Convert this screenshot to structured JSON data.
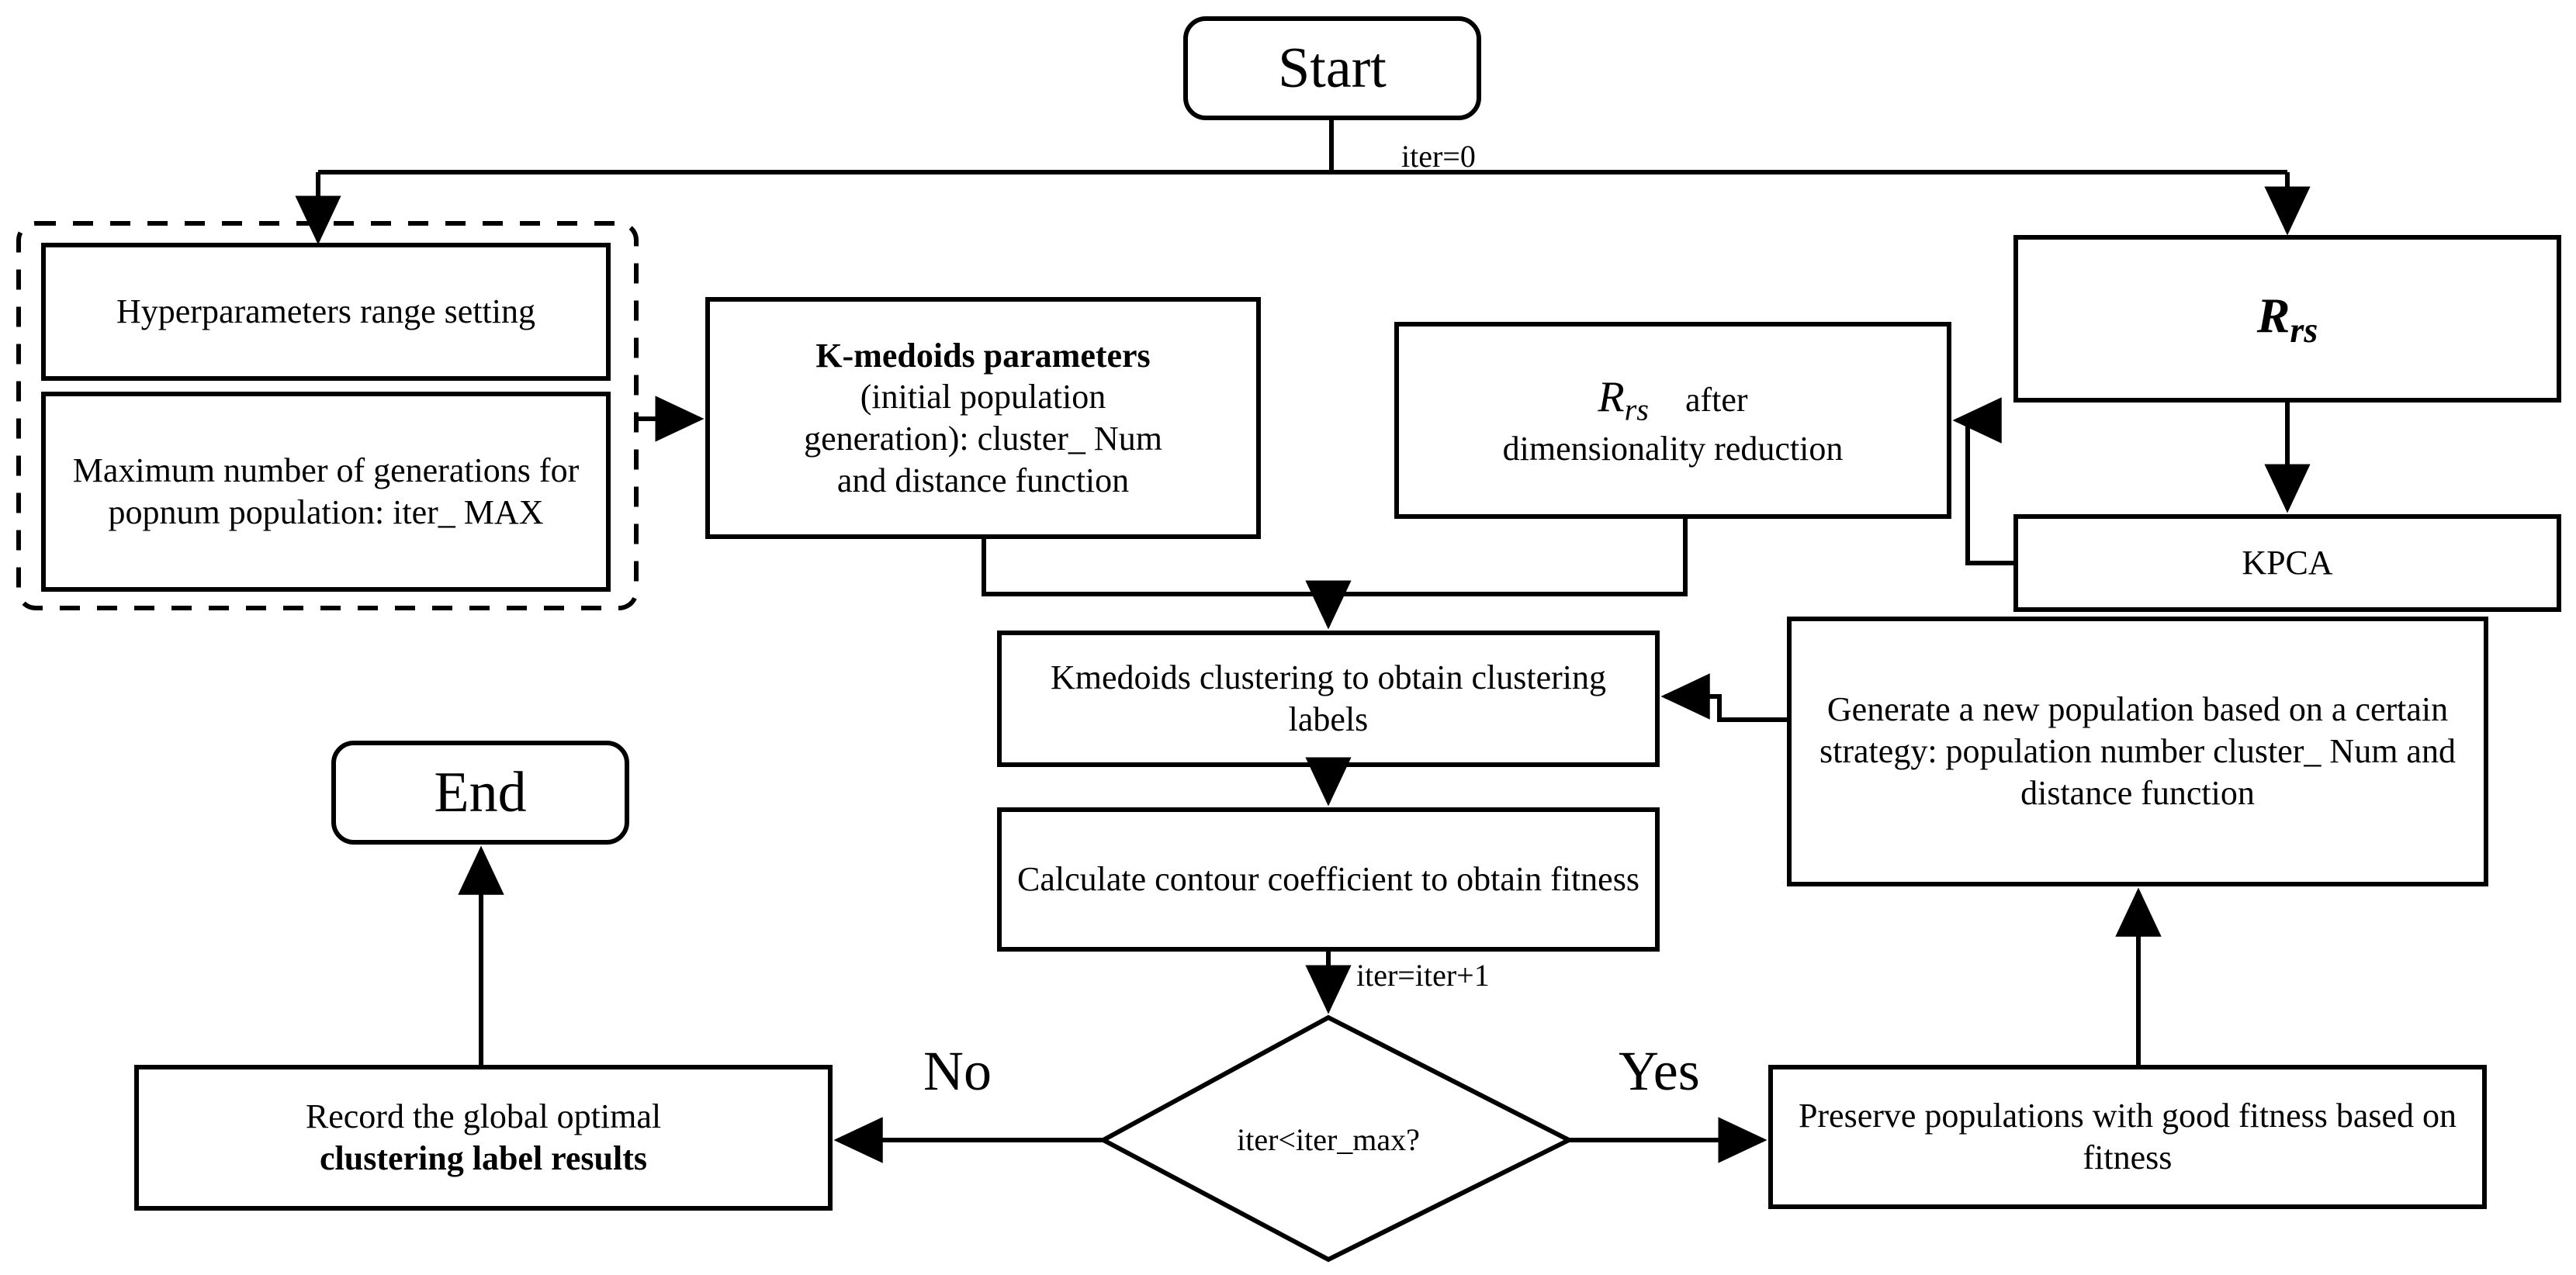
{
  "diagram": {
    "title": "K-medoids hyperparameter optimization flowchart",
    "stroke_color": "#000000",
    "fill_color": "#ffffff",
    "background": "#ffffff",
    "nodes": {
      "start": {
        "label": "Start",
        "shape": "rounded-rectangle"
      },
      "end": {
        "label": "End",
        "shape": "rounded-rectangle"
      },
      "hyperparam_range": {
        "label": "Hyperparameters range setting",
        "shape": "rectangle"
      },
      "max_generations": {
        "label": "Maximum number of generations for popnum population: iter_ MAX",
        "shape": "rectangle"
      },
      "kmedoids_params": {
        "shape": "rectangle",
        "line1": "K-medoids parameters",
        "line2": "(initial population",
        "line3": "generation): cluster_ Num",
        "line4": "and distance function"
      },
      "rrs_source": {
        "label_math": "R",
        "label_sub": "rs",
        "shape": "rectangle",
        "bold": true
      },
      "kpca": {
        "label": "KPCA",
        "shape": "rectangle"
      },
      "rrs_reduced": {
        "shape": "rectangle",
        "label_math": "R",
        "label_sub": "rs",
        "label_after": "after",
        "line2": "dimensionality reduction"
      },
      "kmedoids_cluster": {
        "label": "Kmedoids clustering to obtain clustering labels",
        "shape": "rectangle"
      },
      "calc_contour": {
        "label": "Calculate contour coefficient to obtain fitness",
        "shape": "rectangle"
      },
      "generate_population": {
        "label": "Generate a new population based on a certain strategy: population number cluster_ Num and distance function",
        "shape": "rectangle"
      },
      "decision": {
        "label": "iter<iter_max?",
        "shape": "diamond"
      },
      "preserve_populations": {
        "label": "Preserve populations with good fitness based on fitness",
        "shape": "rectangle"
      },
      "record_optimal": {
        "shape": "rectangle",
        "line1": "Record the global optimal",
        "line2": "clustering label results"
      }
    },
    "groups": {
      "settings_group": {
        "style": "dashed-rounded-rectangle"
      }
    },
    "edge_labels": {
      "iter_zero": "iter=0",
      "iter_increment": "iter=iter+1",
      "branch_no": "No",
      "branch_yes": "Yes"
    }
  }
}
